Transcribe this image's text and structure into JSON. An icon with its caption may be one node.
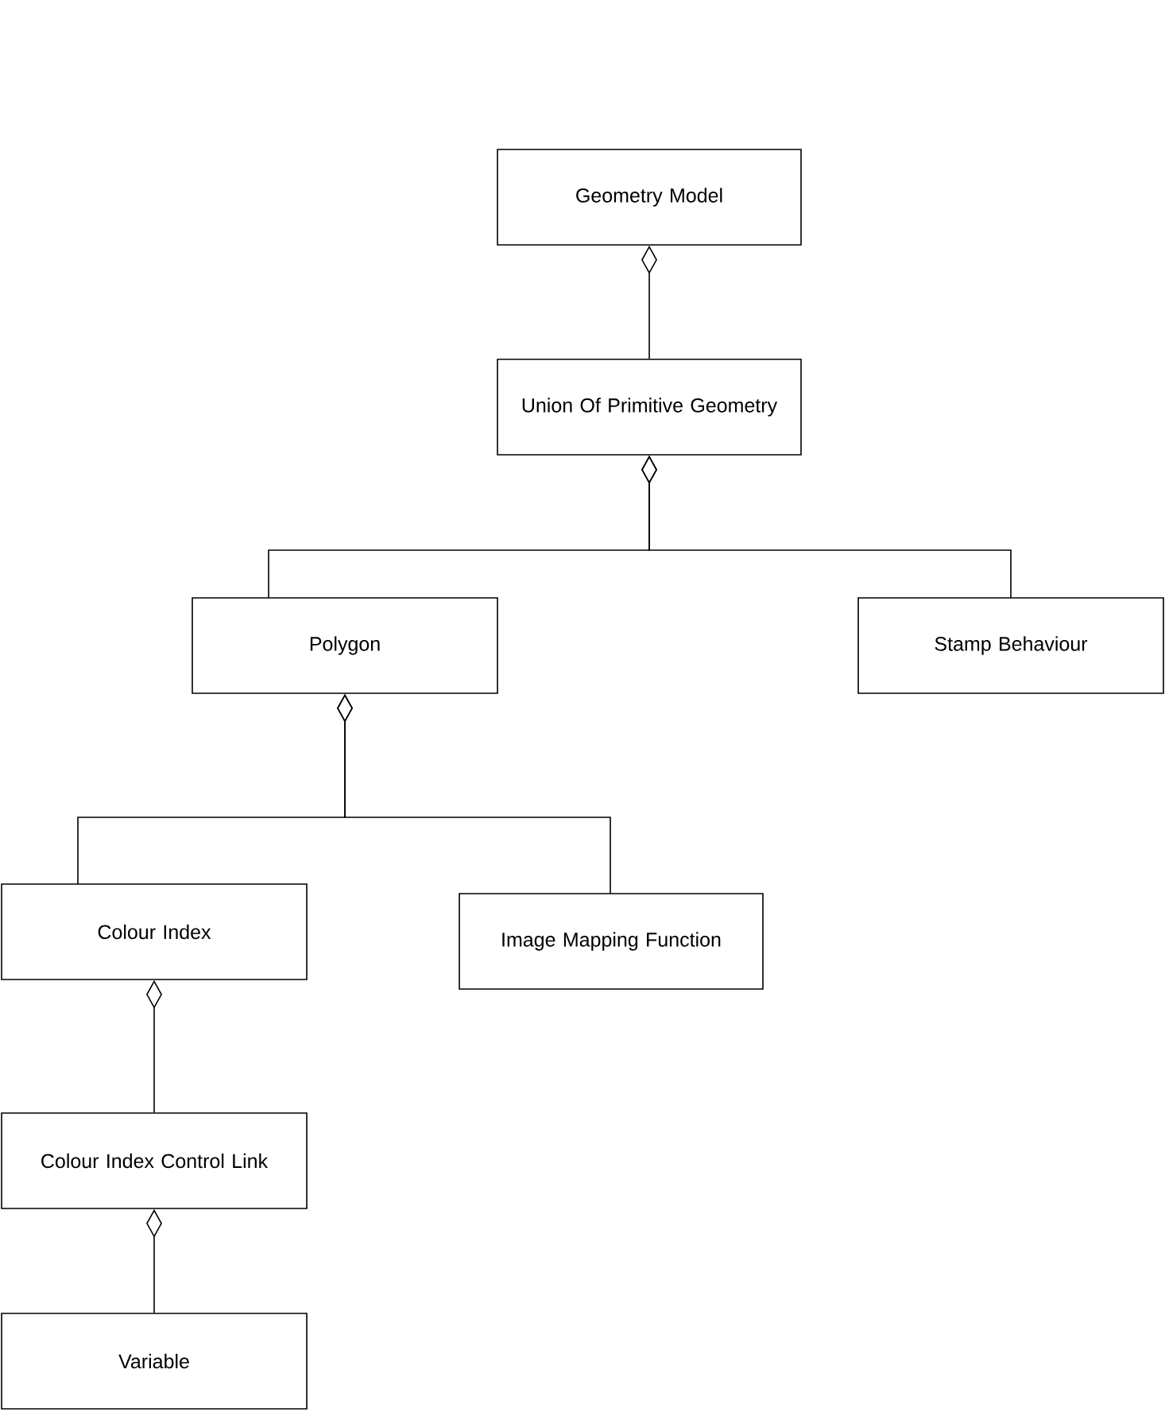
{
  "diagram": {
    "nodes": [
      {
        "text": [
          "Geometry Model"
        ]
      },
      {
        "text": [
          "Union Of Primitive Geometry"
        ]
      },
      {
        "text": [
          "Polygon"
        ]
      },
      {
        "text": [
          "Stamp Behaviour"
        ]
      },
      {
        "text": [
          "Colour Index"
        ]
      },
      {
        "text": [
          "Image Mapping Function"
        ]
      },
      {
        "text": [
          "Colour Index Control Link"
        ]
      },
      {
        "text": [
          "Variable"
        ]
      }
    ],
    "edges": [
      {
        "from": 0,
        "to": 1,
        "arrow": "other"
      },
      {
        "from": 1,
        "to": 2,
        "arrow": "other"
      },
      {
        "from": 1,
        "to": 3,
        "arrow": "other"
      },
      {
        "from": 2,
        "to": 4,
        "arrow": "other"
      },
      {
        "from": 2,
        "to": 5,
        "arrow": "other"
      },
      {
        "from": 4,
        "to": 6,
        "arrow": "other"
      },
      {
        "from": 6,
        "to": 7,
        "arrow": "other"
      }
    ]
  }
}
